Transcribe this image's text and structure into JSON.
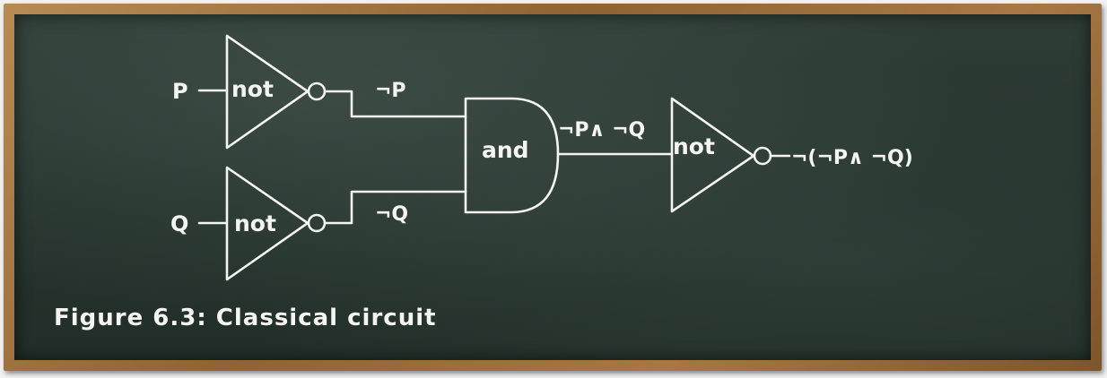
{
  "inputs": {
    "p": "P",
    "q": "Q"
  },
  "gates": {
    "not_top": "not",
    "not_bottom": "not",
    "and": "and",
    "not_right": "not"
  },
  "signals": {
    "not_p": "¬P",
    "not_q": "¬Q",
    "and_out": "¬P∧ ¬Q",
    "output": "¬(¬P∧ ¬Q)"
  },
  "caption": "Figure 6.3: Classical circuit",
  "colors": {
    "chalk": "#f4f4f0",
    "board": "#26332e",
    "frame": "#8f6333"
  }
}
